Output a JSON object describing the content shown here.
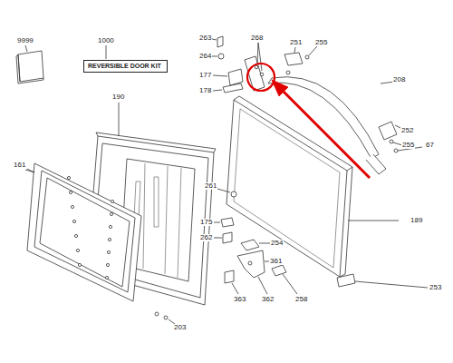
{
  "diagram": {
    "nodes": [
      {
        "text": [
          "REVERSIBLE DOOR KIT"
        ]
      }
    ],
    "labels": [
      "9999",
      "1000",
      "190",
      "161",
      "263",
      "264",
      "268",
      "251",
      "255",
      "208",
      "177",
      "178",
      "252",
      "255",
      "67",
      "261",
      "175",
      "262",
      "254",
      "361",
      "363",
      "362",
      "258",
      "253",
      "189",
      "203"
    ]
  }
}
